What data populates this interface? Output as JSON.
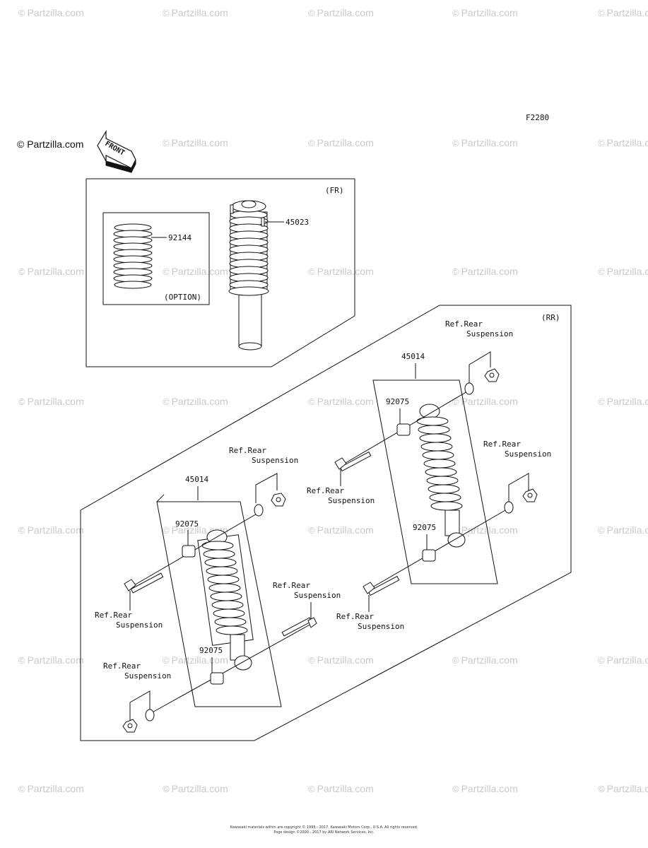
{
  "watermark": {
    "text": "Partzilla.com",
    "symbol": "©"
  },
  "logo": {
    "text": "Partzilla.com",
    "symbol": "©"
  },
  "front_arrow": {
    "label": "FRONT"
  },
  "figure_code": "F2280",
  "front_section": {
    "tag": "(FR)",
    "parts": {
      "shock": "45023",
      "spring": "92144"
    },
    "option_label": "(OPTION)"
  },
  "rear_section": {
    "tag": "(RR)",
    "left_shock": {
      "part": "45014",
      "bushing_top": "92075",
      "bushing_bottom": "92075",
      "ref_top": [
        "Ref.Rear",
        "Suspension"
      ],
      "ref_bolt_top": [
        "Ref.Rear",
        "Suspension"
      ],
      "ref_bolt_bottom": [
        "Ref.Rear",
        "Suspension"
      ],
      "ref_bottom_nut": [
        "Ref.Rear",
        "Suspension"
      ]
    },
    "right_shock": {
      "part": "45014",
      "bushing_top": "92075",
      "bushing_bottom": "92075",
      "ref_top": [
        "Ref.Rear",
        "Suspension"
      ],
      "ref_bolt_top": [
        "Ref.Rear",
        "Suspension"
      ],
      "ref_nut_bottom": [
        "Ref.Rear",
        "Suspension"
      ],
      "ref_bolt_bottom": [
        "Ref.Rear",
        "Suspension"
      ]
    }
  },
  "copyright": [
    "Kawasaki materials within are copyright © 1995 - 2017, Kawasaki Motors Corp., U.S.A. All rights reserved.",
    "Page design ©2000 - 2017 by ARI Network Services, Inc."
  ]
}
